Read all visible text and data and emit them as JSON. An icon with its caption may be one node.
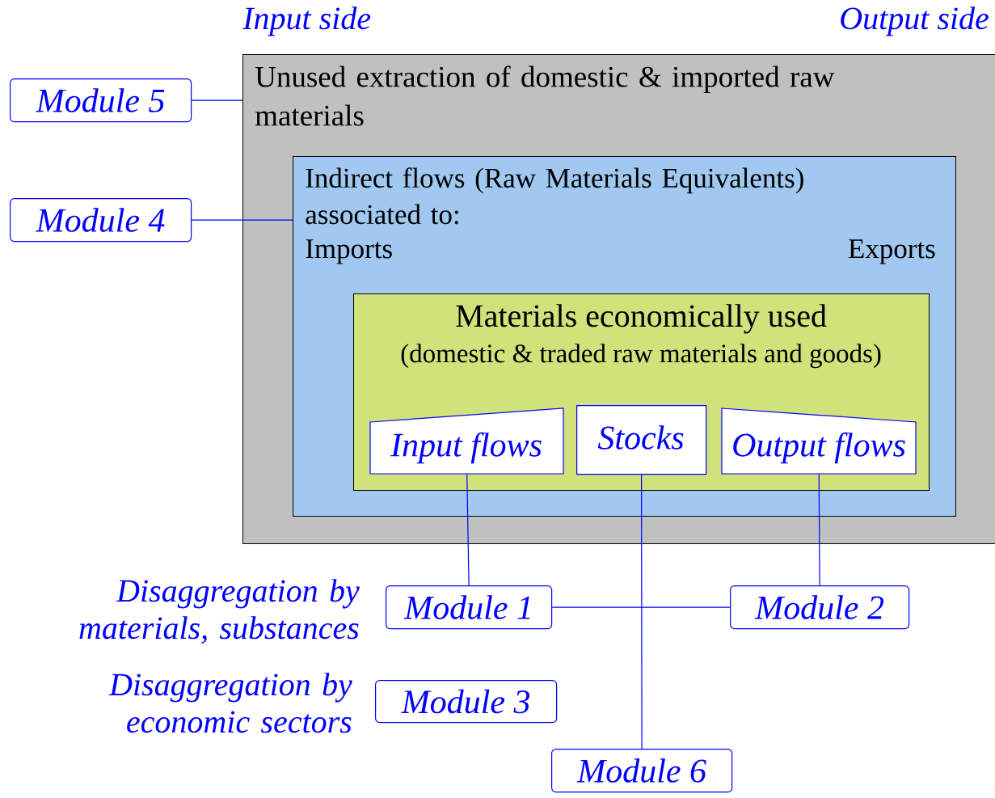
{
  "diagram": {
    "nodes": [
      {
        "text": [
          "Unused extraction of domestic & imported raw materials"
        ]
      },
      {
        "text": [
          "Indirect flows (Raw Materials Equivalents) associated to:",
          "Imports",
          "Exports"
        ],
        "in": 0
      },
      {
        "text": [
          "Materials economically used",
          "(domestic & traded raw materials and goods)"
        ],
        "in": 1
      },
      {
        "text": [
          "Input flows"
        ],
        "in": 2
      },
      {
        "text": [
          "Stocks"
        ],
        "in": 2
      },
      {
        "text": [
          "Output flows"
        ],
        "in": 2
      },
      {
        "text": [
          "Module 5"
        ]
      },
      {
        "text": [
          "Module 4"
        ]
      },
      {
        "text": [
          "Module 1"
        ]
      },
      {
        "text": [
          "Module 2"
        ]
      },
      {
        "text": [
          "Module 3"
        ]
      },
      {
        "text": [
          "Module 6"
        ]
      }
    ],
    "edges": [
      {
        "from": 6,
        "to": 0,
        "arrow": "none"
      },
      {
        "from": 7,
        "to": 1,
        "arrow": "none"
      },
      {
        "from": 3,
        "to": 8,
        "arrow": "none"
      },
      {
        "from": 5,
        "to": 9,
        "arrow": "none"
      },
      {
        "from": 8,
        "to": 9,
        "arrow": "none"
      },
      {
        "from": 4,
        "to": 11,
        "arrow": "none"
      }
    ],
    "labels": [
      "Input side",
      "Output side",
      "Disaggregation by materials, substances",
      "Disaggregation by economic sectors"
    ]
  }
}
